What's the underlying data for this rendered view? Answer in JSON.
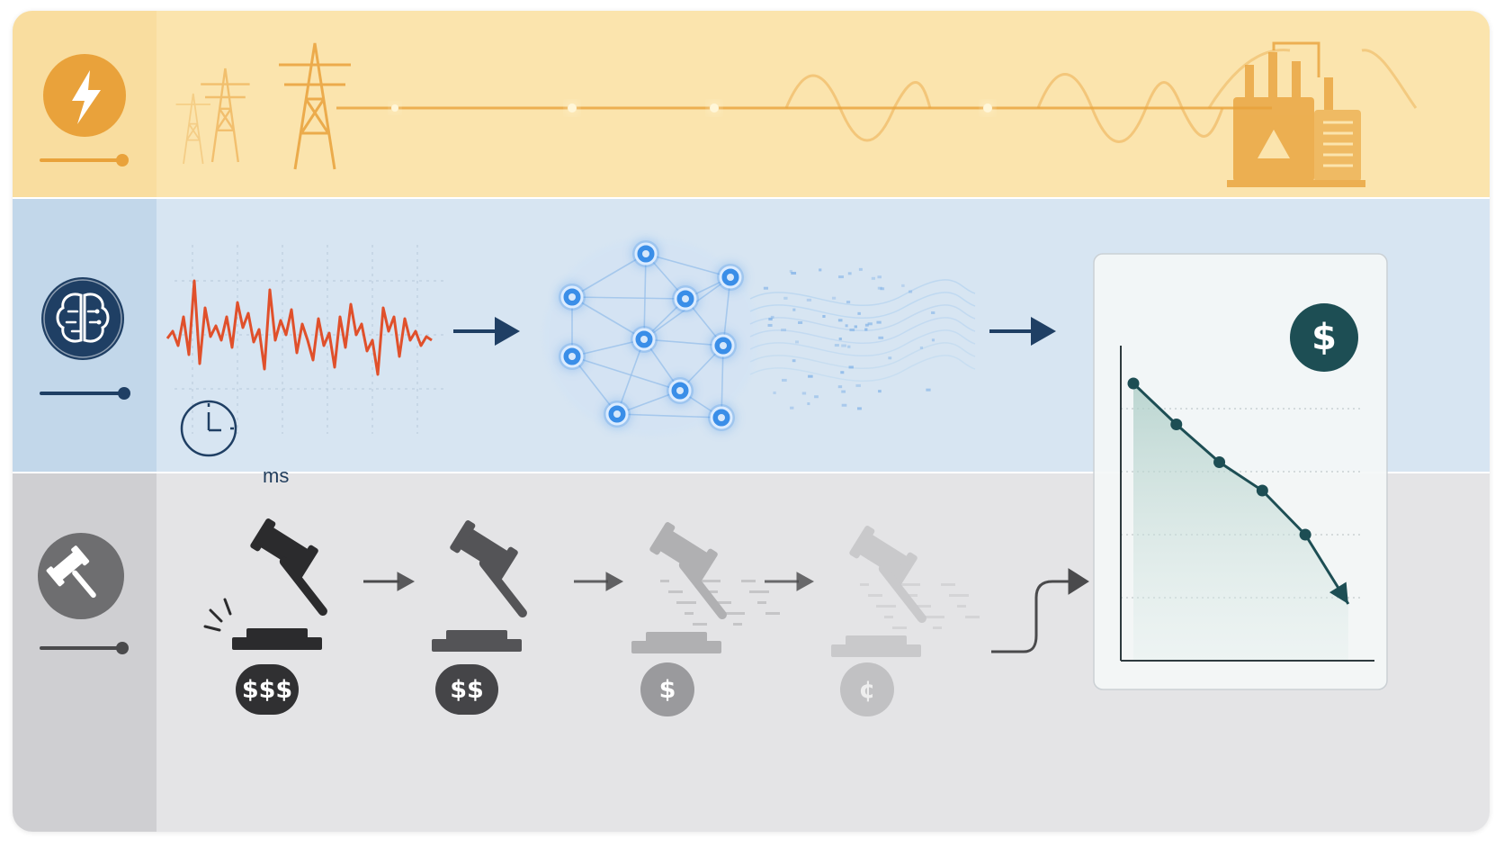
{
  "colors": {
    "energy_band": "#fbe4ad",
    "energy_accent": "#e9a23b",
    "ai_band": "#d7e5f2",
    "ai_accent": "#1f3f64",
    "signal": "#e0502b",
    "node": "#3a8ee8",
    "market_band": "#e4e4e6",
    "market_accent": "#4a4a4c",
    "price_line": "#1d4e54"
  },
  "bands": [
    {
      "id": "energy",
      "icon": "lightning-bolt-icon"
    },
    {
      "id": "ai",
      "icon": "brain-circuit-icon"
    },
    {
      "id": "market",
      "icon": "gavel-icon"
    }
  ],
  "latency": {
    "unit_label": "ms",
    "icon": "clock-icon"
  },
  "auction": {
    "price_tokens": [
      "$$$",
      "$$",
      "$",
      "¢"
    ],
    "icon": "gavel-icon"
  },
  "price_chart": {
    "badge_label": "$",
    "icon": "dollar-icon"
  },
  "chart_data": {
    "type": "line",
    "title": "",
    "xlabel": "",
    "ylabel": "",
    "x": [
      0,
      1,
      2,
      3,
      4,
      5
    ],
    "y": [
      88,
      75,
      63,
      54,
      40,
      18
    ],
    "ylim": [
      0,
      100
    ],
    "xlim": [
      0,
      5.4
    ],
    "grid": true,
    "legend": "none"
  }
}
